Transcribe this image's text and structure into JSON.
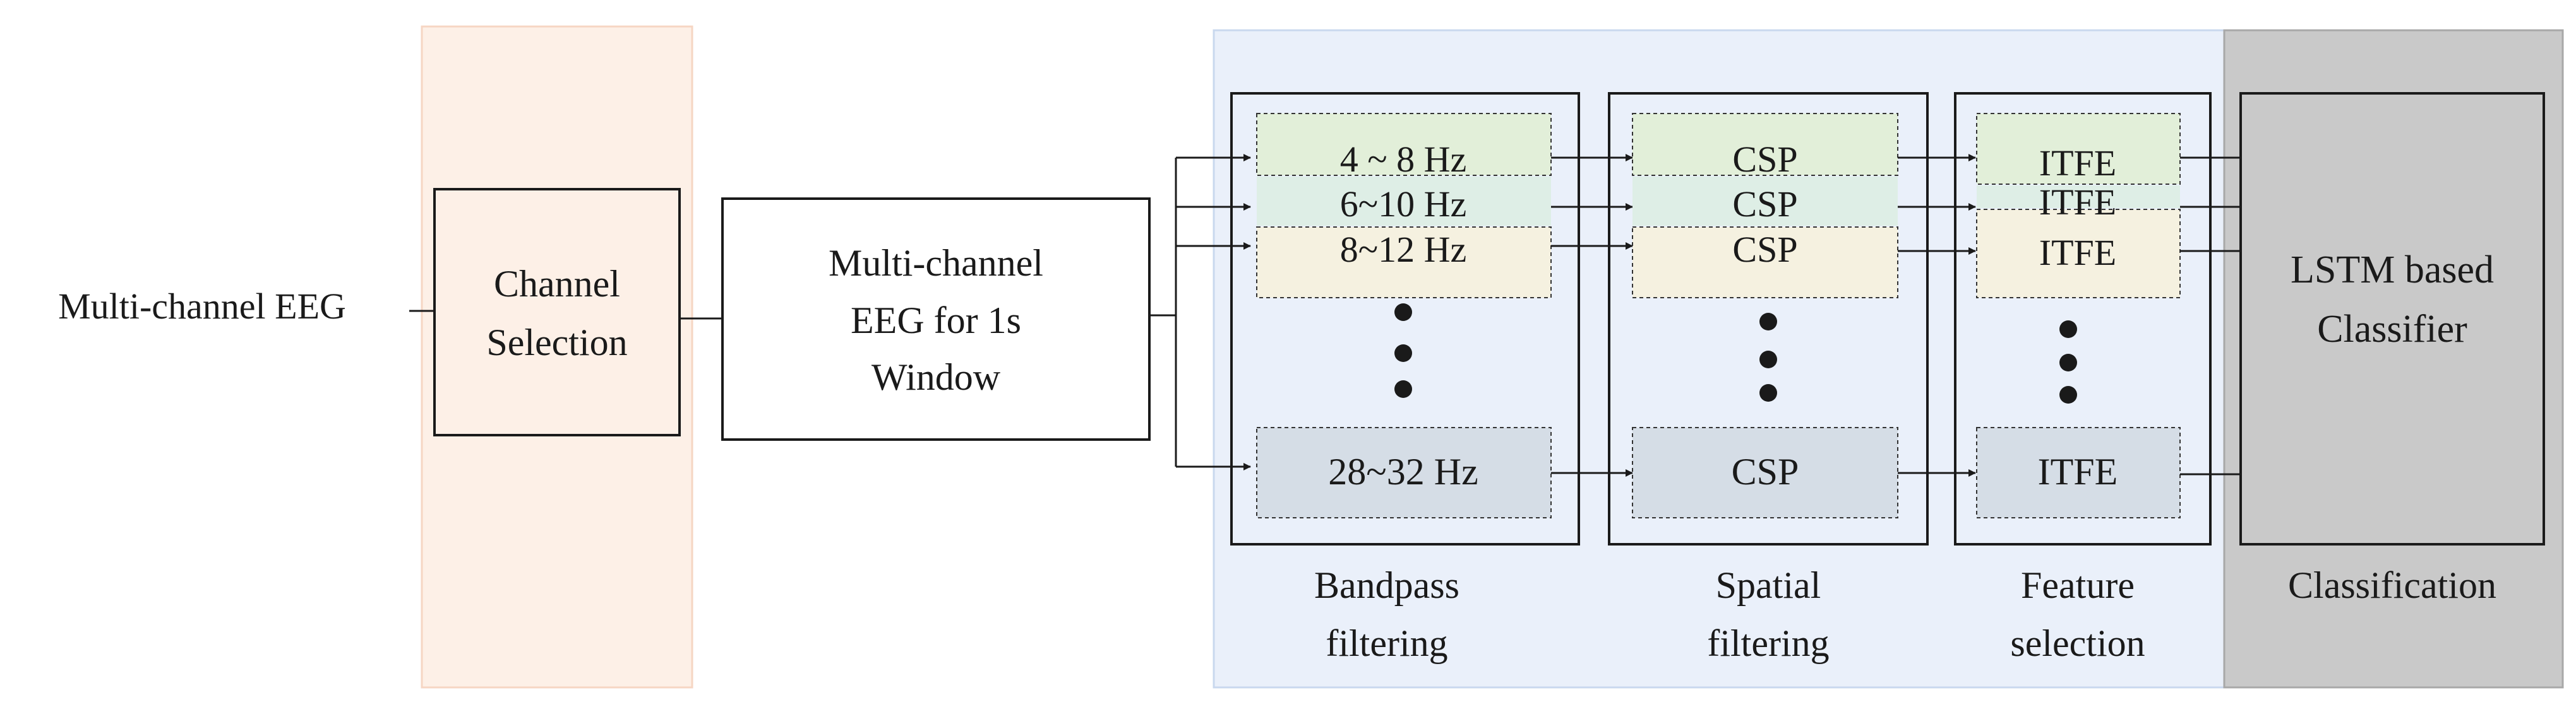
{
  "input_label": "Multi-channel EEG",
  "channel_selection": {
    "line1": "Channel",
    "line2": "Selection"
  },
  "window_block": {
    "line1": "Multi-channel",
    "line2": "EEG for 1s",
    "line3": "Window"
  },
  "bandpass": {
    "bands": [
      "4 ~ 8 Hz",
      "6~10 Hz",
      "8~12 Hz"
    ],
    "last_band": "28~32 Hz",
    "caption_line1": "Bandpass",
    "caption_line2": "filtering"
  },
  "spatial": {
    "labels": [
      "CSP",
      "CSP",
      "CSP"
    ],
    "last_label": "CSP",
    "caption_line1": "Spatial",
    "caption_line2": "filtering"
  },
  "feature": {
    "labels": [
      "ITFE",
      "ITFE",
      "ITFE"
    ],
    "last_label": "ITFE",
    "caption_line1": "Feature",
    "caption_line2": "selection"
  },
  "classifier": {
    "line1": "LSTM based",
    "line2": "Classifier",
    "caption": "Classification"
  },
  "colors": {
    "channel_panel": "#fdf0e7",
    "channel_panel_border": "#f6d6c3",
    "pipeline_panel": "#eaf0fa",
    "pipeline_panel_border": "#c9d8ee",
    "classification_panel": "#c9c9c9",
    "band_green": "#e2efd9",
    "band_teal": "#deeee6",
    "band_cream": "#f5f1e0",
    "band_gray": "#d5dde6",
    "stroke": "#1a1a1a"
  }
}
